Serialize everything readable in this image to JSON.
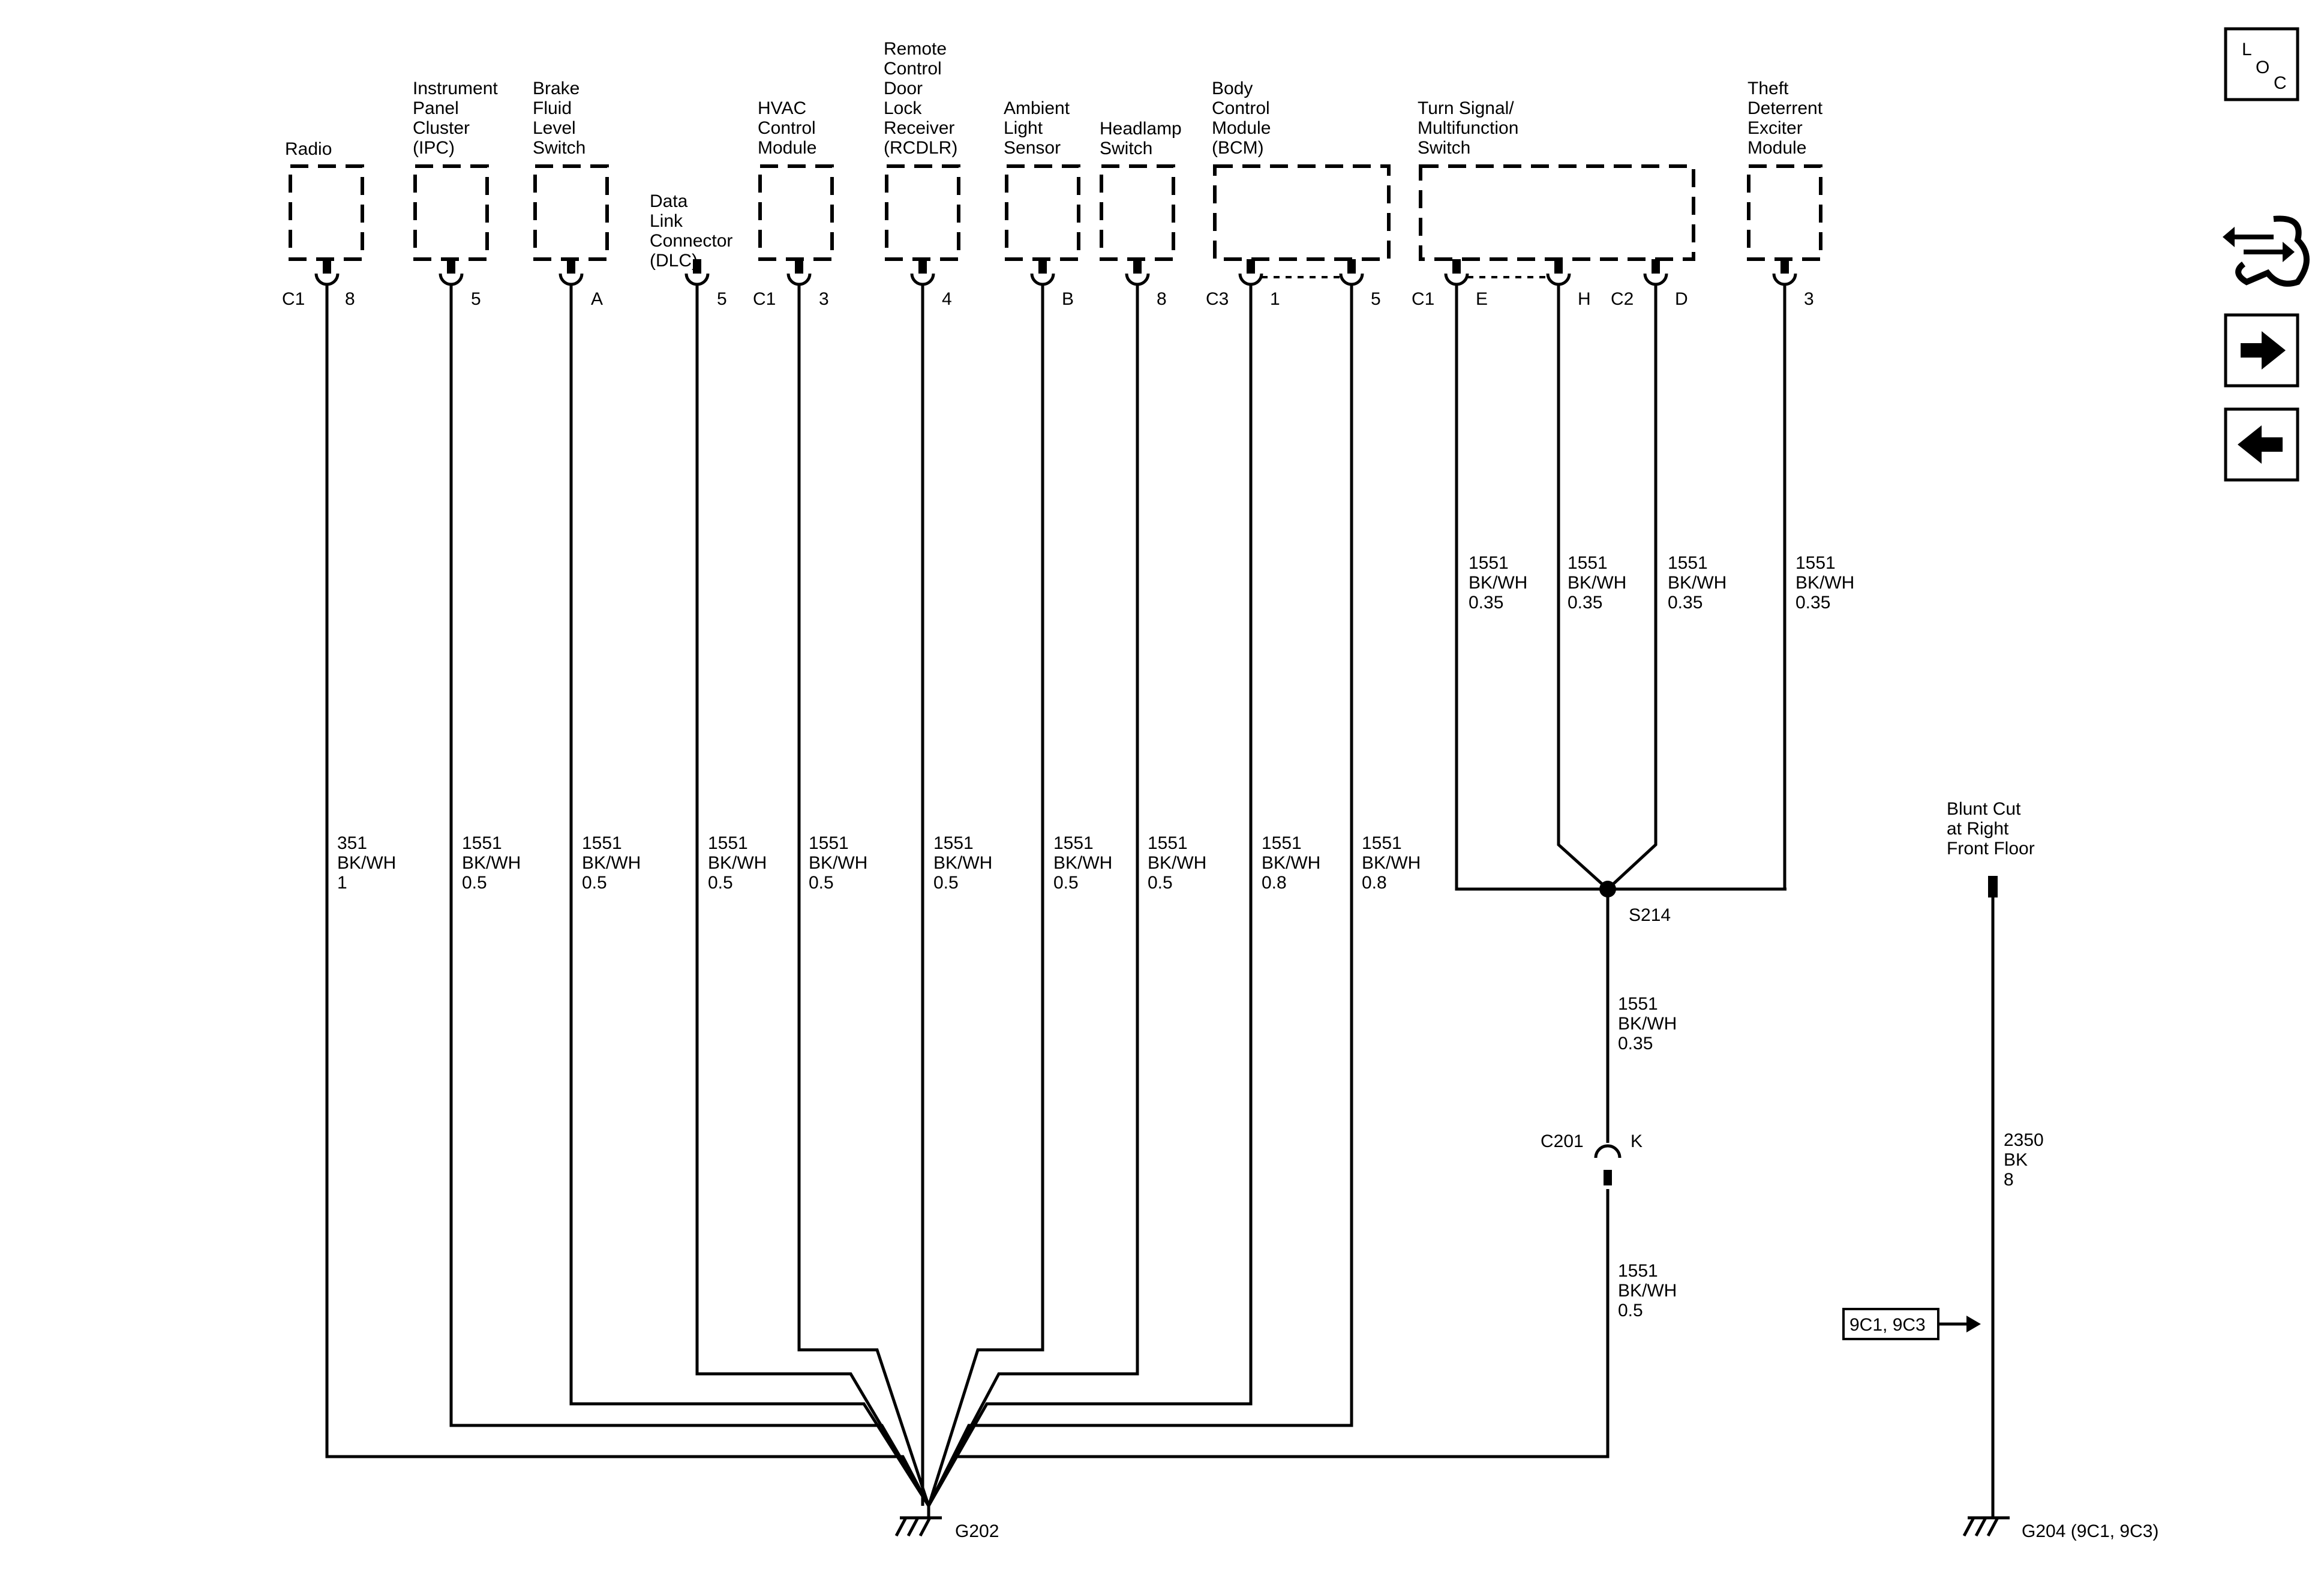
{
  "colors": {
    "ink": "#000000",
    "background": "#ffffff"
  },
  "components": {
    "radio": [
      "Radio"
    ],
    "ipc": [
      "Instrument",
      "Panel",
      "Cluster",
      "(IPC)"
    ],
    "brake": [
      "Brake",
      "Fluid",
      "Level",
      "Switch"
    ],
    "dlc": [
      "Data",
      "Link",
      "Connector",
      "(DLC)"
    ],
    "hvac": [
      "HVAC",
      "Control",
      "Module"
    ],
    "rcdlr": [
      "Remote",
      "Control",
      "Door",
      "Lock",
      "Receiver",
      "(RCDLR)"
    ],
    "ambient": [
      "Ambient",
      "Light",
      "Sensor"
    ],
    "headlamp": [
      "Headlamp",
      "Switch"
    ],
    "bcm": [
      "Body",
      "Control",
      "Module",
      "(BCM)"
    ],
    "turn": [
      "Turn Signal/",
      "Multifunction",
      "Switch"
    ],
    "theft": [
      "Theft",
      "Deterrent",
      "Exciter",
      "Module"
    ],
    "blunt": [
      "Blunt Cut",
      "at Right",
      "Front Floor"
    ]
  },
  "pins": {
    "radio_conn": "C1",
    "radio_pin": "8",
    "ipc_pin": "5",
    "brake_pin": "A",
    "dlc_pin": "5",
    "hvac_conn": "C1",
    "hvac_pin": "3",
    "rcdlr_pin": "4",
    "ambient_pin": "B",
    "headlamp_pin": "8",
    "bcm_conn": "C3",
    "bcm_pin1": "1",
    "bcm_pin2": "5",
    "turn_conn1": "C1",
    "turn_pin_e": "E",
    "turn_pin_h": "H",
    "turn_conn2": "C2",
    "turn_pin_d": "D",
    "theft_pin": "3"
  },
  "wires": {
    "radio": [
      "351",
      "BK/WH",
      "1"
    ],
    "ipc": [
      "1551",
      "BK/WH",
      "0.5"
    ],
    "brake": [
      "1551",
      "BK/WH",
      "0.5"
    ],
    "dlc": [
      "1551",
      "BK/WH",
      "0.5"
    ],
    "hvac": [
      "1551",
      "BK/WH",
      "0.5"
    ],
    "rcdlr": [
      "1551",
      "BK/WH",
      "0.5"
    ],
    "ambient": [
      "1551",
      "BK/WH",
      "0.5"
    ],
    "headlamp": [
      "1551",
      "BK/WH",
      "0.5"
    ],
    "bcm1": [
      "1551",
      "BK/WH",
      "0.8"
    ],
    "bcm5": [
      "1551",
      "BK/WH",
      "0.8"
    ],
    "turn_e": [
      "1551",
      "BK/WH",
      "0.35"
    ],
    "turn_h": [
      "1551",
      "BK/WH",
      "0.35"
    ],
    "turn_d": [
      "1551",
      "BK/WH",
      "0.35"
    ],
    "theft": [
      "1551",
      "BK/WH",
      "0.35"
    ],
    "splice_out": [
      "1551",
      "BK/WH",
      "0.35"
    ],
    "c201_out": [
      "1551",
      "BK/WH",
      "0.5"
    ],
    "blunt": [
      "2350",
      "BK",
      "8"
    ]
  },
  "splice": "S214",
  "inline_connector": {
    "name": "C201",
    "pin": "K"
  },
  "grounds": {
    "g202": "G202",
    "g204": "G204 (9C1, 9C3)"
  },
  "option_ref": "9C1, 9C3",
  "nav": {
    "loc_l": "L",
    "loc_o": "O",
    "loc_c": "C"
  }
}
